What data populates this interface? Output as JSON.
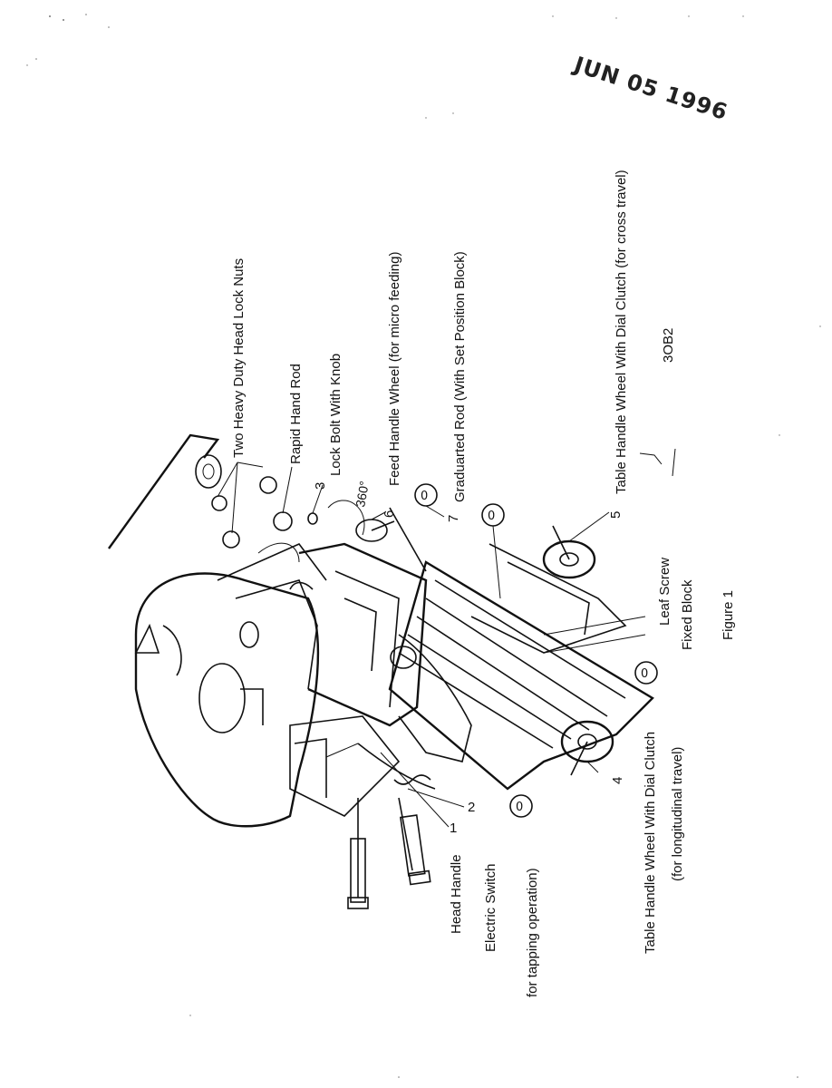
{
  "stamp": {
    "date": "JUN 05 1996"
  },
  "figure": {
    "caption": "Figure 1",
    "drawing_code": "3OB2"
  },
  "labels": {
    "head_lock_nuts": "Two Heavy Duty Head Lock Nuts",
    "rapid_hand_rod": "Rapid Hand Rod",
    "lock_bolt": "Lock Bolt With Knob",
    "degrees": "360°",
    "feed_handle_wheel": "Feed Handle Wheel (for  micro feeding)",
    "graduated_rod": "Graduarted Rod (With Set Position Block)",
    "table_wheel_cross": "Table Handle Wheel With Dial Clutch (for cross travel)",
    "lead_screw": "Leaf Screw",
    "fixed_block": "Fixed Block",
    "table_wheel_long_1": "Table Handle Wheel With Dial Clutch",
    "table_wheel_long_2": "(for longitudinal travel)",
    "head_handle": "Head Handle",
    "electric_switch": "Electric Switch",
    "tapping_operation": "for tapping operation)"
  },
  "callouts": {
    "n1": "1",
    "n2": "2",
    "n3": "3",
    "n4": "4",
    "n5": "5",
    "n6": "6",
    "n7": "7"
  }
}
